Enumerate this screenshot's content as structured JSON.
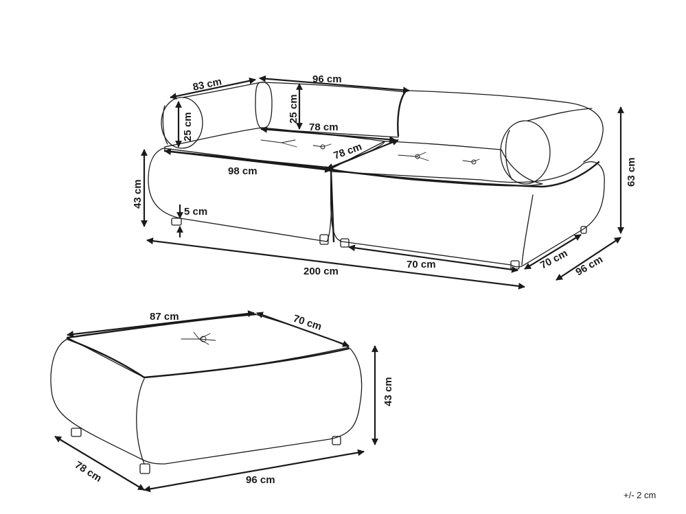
{
  "sofa": {
    "labels": {
      "armrest_depth": "83 cm",
      "back_width": "96 cm",
      "back_height": "25 cm",
      "armrest_height": "25 cm",
      "inner_depth": "78 cm",
      "inner_depth_2": "78 cm",
      "seat_width": "98 cm",
      "seat_height": "43 cm",
      "leg_height": "5 cm",
      "total_width": "200 cm",
      "module_width": "70 cm",
      "module_depth": "70 cm",
      "total_depth": "96 cm",
      "total_height": "63 cm"
    }
  },
  "ottoman": {
    "labels": {
      "top_width": "87 cm",
      "top_depth": "70 cm",
      "height": "43 cm",
      "depth": "78 cm",
      "width": "96 cm"
    }
  },
  "tolerance": "+/- 2 cm"
}
